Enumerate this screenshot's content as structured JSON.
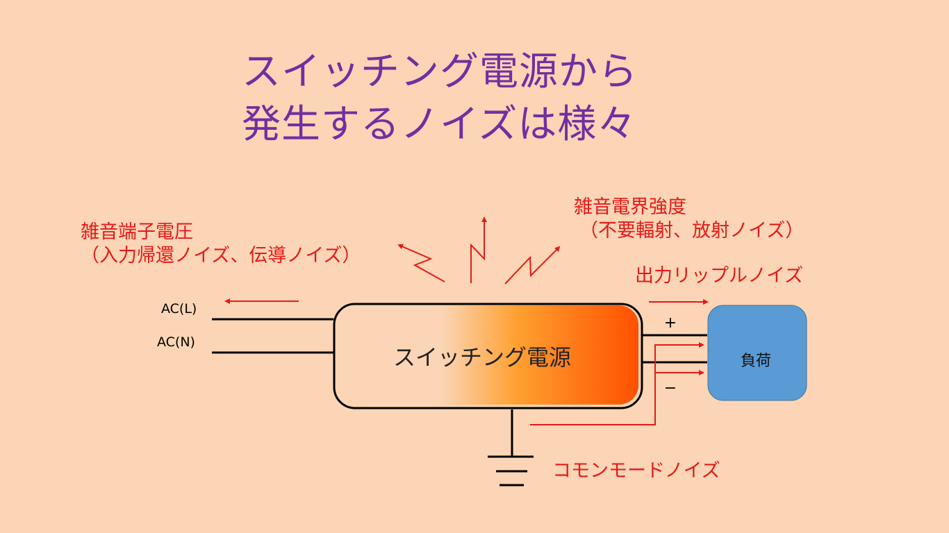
{
  "title": {
    "line1": "スイッチング電源から",
    "line2": "発生するノイズは様々"
  },
  "conducted": {
    "line1": "雑音端子電圧",
    "line2": "（入力帰還ノイズ、伝導ノイズ）"
  },
  "radiated": {
    "line1": "雑音電界強度",
    "line2": "（不要輻射、放射ノイズ）"
  },
  "ripple": "出力リップルノイズ",
  "common_mode": "コモンモードノイズ",
  "inputs": {
    "l": "AC(L)",
    "n": "AC(N)"
  },
  "psu": "スイッチング電源",
  "load": "負荷",
  "polarity": {
    "plus": "+",
    "minus": "−"
  },
  "colors": {
    "title": "#7030a0",
    "noise": "#e31a1a",
    "load": "#5b9bd5",
    "background": "#fbd5b5"
  }
}
